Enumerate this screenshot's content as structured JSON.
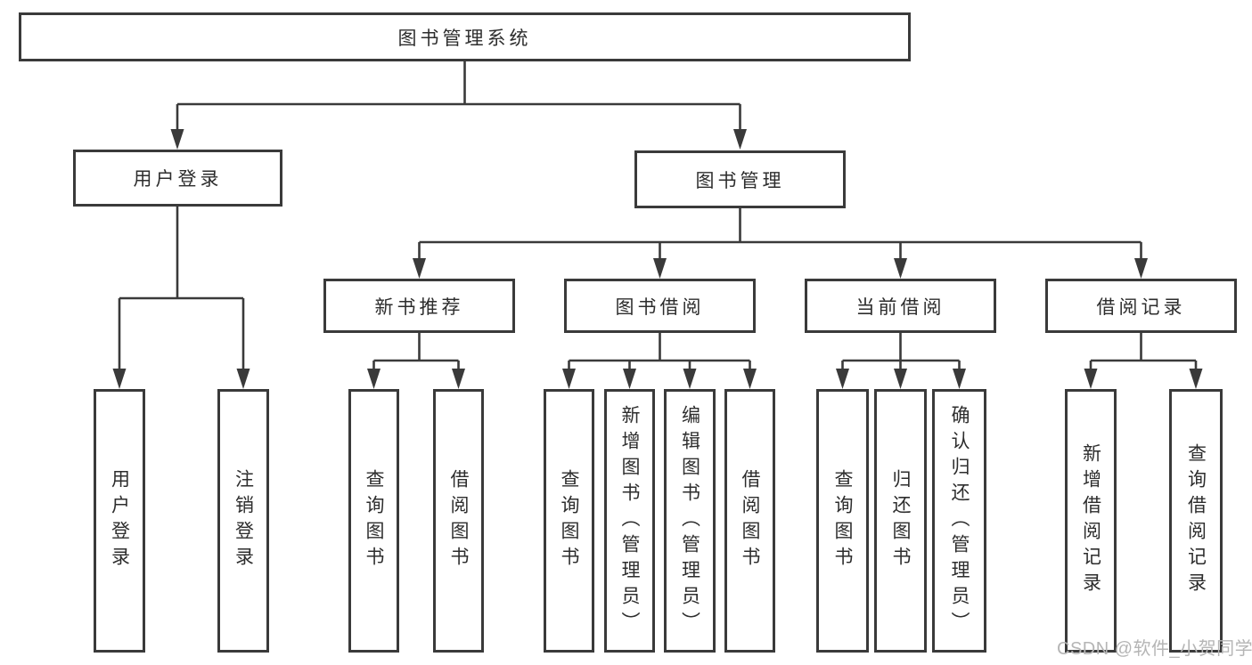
{
  "colors": {
    "line": "#3a3a3a",
    "box_border": "#3a3a3a",
    "box_fill": "#ffffff",
    "text": "#2d2d2d",
    "watermark": "#b5b5b5",
    "background": "#ffffff"
  },
  "diagram": {
    "root": "图书管理系统",
    "branches": [
      {
        "label": "用户登录",
        "children": [
          "用户登录",
          "注销登录"
        ]
      },
      {
        "label": "图书管理",
        "sections": [
          {
            "label": "新书推荐",
            "children": [
              "查询图书",
              "借阅图书"
            ]
          },
          {
            "label": "图书借阅",
            "children": [
              "查询图书",
              "新增图书（管理员）",
              "编辑图书（管理员）",
              "借阅图书"
            ]
          },
          {
            "label": "当前借阅",
            "children": [
              "查询图书",
              "归还图书",
              "确认归还（管理员）"
            ]
          },
          {
            "label": "借阅记录",
            "children": [
              "新增借阅记录",
              "查询借阅记录"
            ]
          }
        ]
      }
    ]
  },
  "watermark": {
    "text": "CSDN @软件_小贺同学"
  }
}
